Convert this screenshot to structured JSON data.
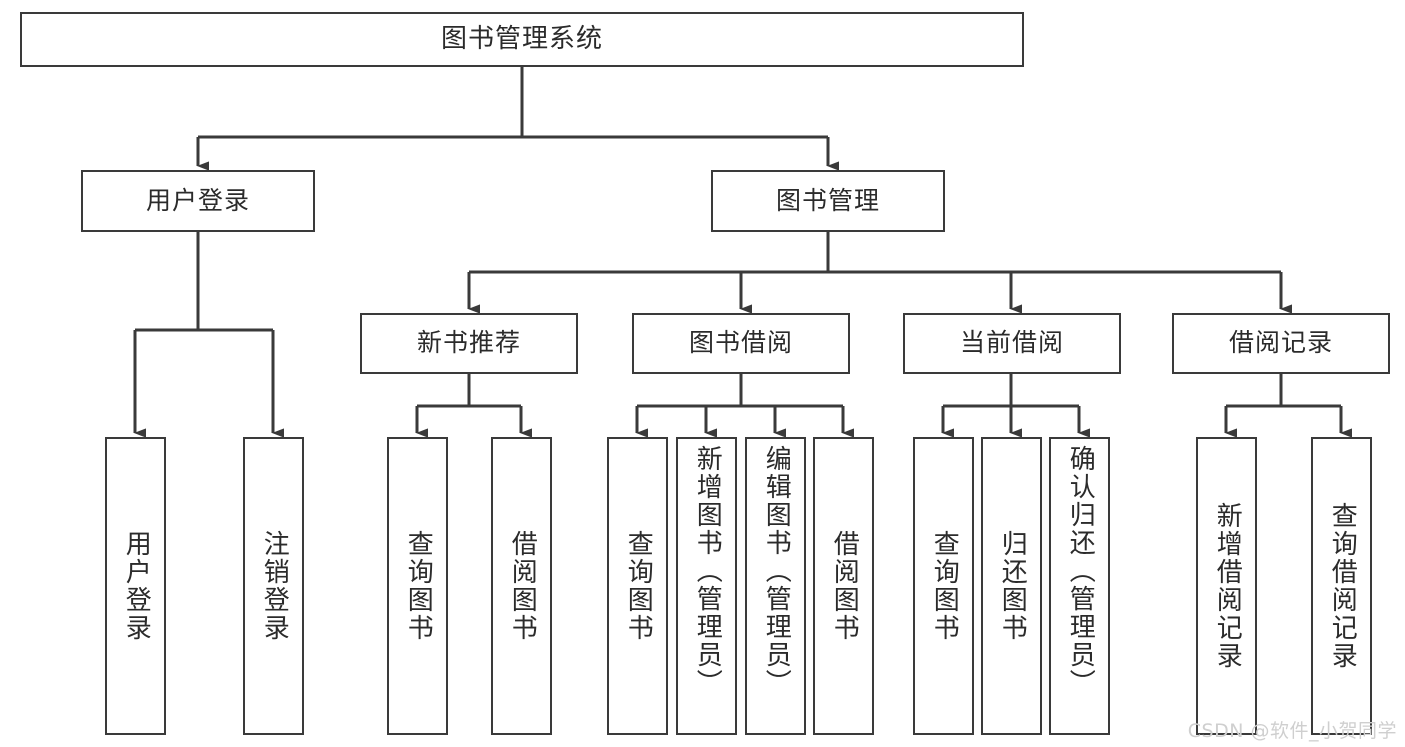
{
  "diagram": {
    "title": "图书管理系统",
    "root": {
      "label": "图书管理系统"
    },
    "level1": [
      {
        "label": "用户登录"
      },
      {
        "label": "图书管理"
      }
    ],
    "level2": [
      {
        "label": "新书推荐"
      },
      {
        "label": "图书借阅"
      },
      {
        "label": "当前借阅"
      },
      {
        "label": "借阅记录"
      }
    ],
    "leaves": {
      "login": [
        {
          "label": "用户登录"
        },
        {
          "label": "注销登录"
        }
      ],
      "recommend": [
        {
          "label": "查询图书"
        },
        {
          "label": "借阅图书"
        }
      ],
      "borrow": [
        {
          "label": "查询图书"
        },
        {
          "label": "新增图书（管理员）"
        },
        {
          "label": "编辑图书（管理员）"
        },
        {
          "label": "借阅图书"
        }
      ],
      "current": [
        {
          "label": "查询图书"
        },
        {
          "label": "归还图书"
        },
        {
          "label": "确认归还（管理员）"
        }
      ],
      "record": [
        {
          "label": "新增借阅记录"
        },
        {
          "label": "查询借阅记录"
        }
      ]
    }
  },
  "watermark": {
    "text": "CSDN @软件_小贺同学"
  },
  "colors": {
    "stroke": "#3a3a3a",
    "background": "#ffffff",
    "text": "#2b2b2b",
    "watermark": "#cfcfcf"
  }
}
